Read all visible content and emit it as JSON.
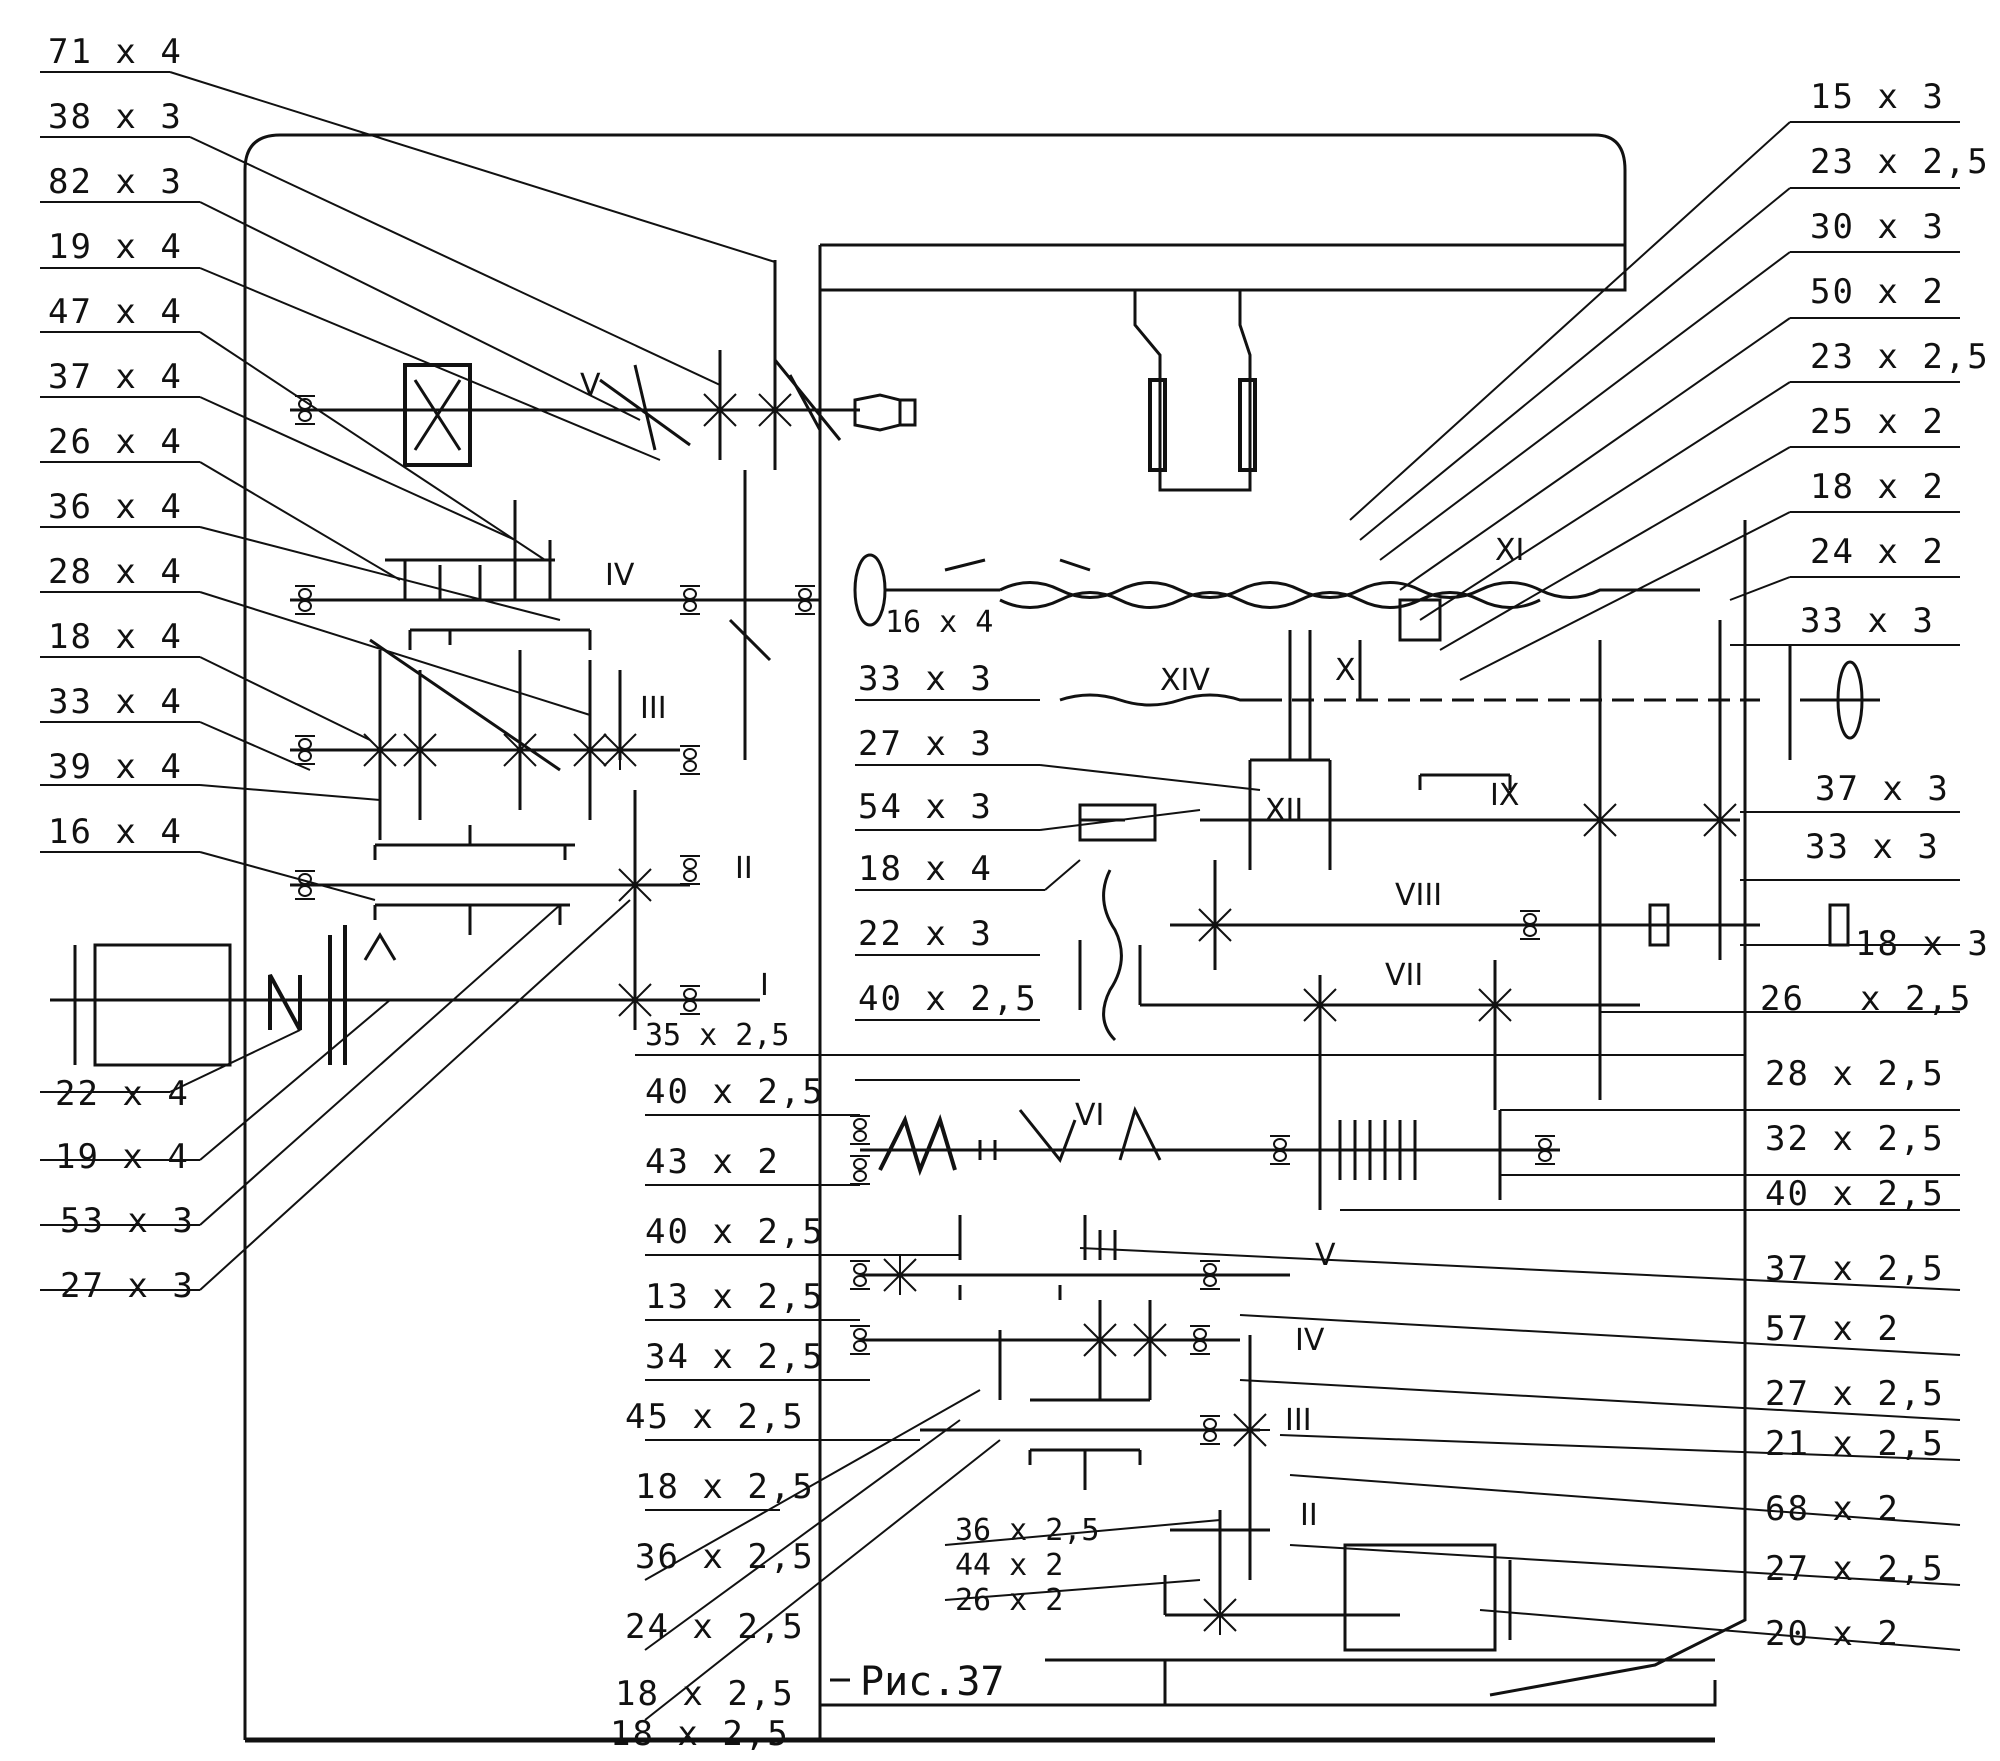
{
  "figure_caption": "Рис.37",
  "left_labels": [
    "71 x 4",
    "38 x 3",
    "82 x 3",
    "19 x 4",
    "47 x 4",
    "37 x 4",
    "26 x 4",
    "36 x 4",
    "28 x 4",
    "18 x 4",
    "33 x 4",
    "39 x 4",
    "16 x 4",
    "22 x 4",
    "19 x 4",
    "53 x 3",
    "27 x 3"
  ],
  "middle_labels": [
    "16 x 4",
    "33 x 3",
    "27 x 3",
    "54 x 3",
    "18 x 4",
    "22 x 3",
    "40 x 2,5",
    "35 x 2,5",
    "40 x 2,5",
    "43 x 2",
    "40 x 2,5",
    "13 x 2,5",
    "34 x 2,5",
    "45 x 2,5",
    "18 x 2,5",
    "36 x 2,5",
    "24 x 2,5",
    "18 x 2,5",
    "18 x 2,5",
    "36 x 2,5",
    "44 x 2",
    "26 x 2"
  ],
  "right_labels": [
    "15 x 3",
    "23 x 2,5",
    "30 x 3",
    "50 x 2",
    "23 x 2,5",
    "25 x 2",
    "18 x 2",
    "24 x 2",
    "33 x 3",
    "37 x 3",
    "33 x 3",
    "18 x 3",
    "26",
    "x 2,5",
    "28 x 2,5",
    "32 x 2,5",
    "40 x 2,5",
    "37 x 2,5",
    "57 x 2",
    "27 x 2,5",
    "21 x 2,5",
    "68 x 2",
    "27 x 2,5",
    "20 x 2"
  ],
  "upper_shafts": [
    "I",
    "II",
    "III",
    "IV",
    "V"
  ],
  "feed_shafts": [
    "VI",
    "VII",
    "VIII",
    "IX",
    "X",
    "XI",
    "XII",
    "XIV"
  ],
  "lower_shafts": [
    "II",
    "III",
    "IV",
    "V"
  ]
}
